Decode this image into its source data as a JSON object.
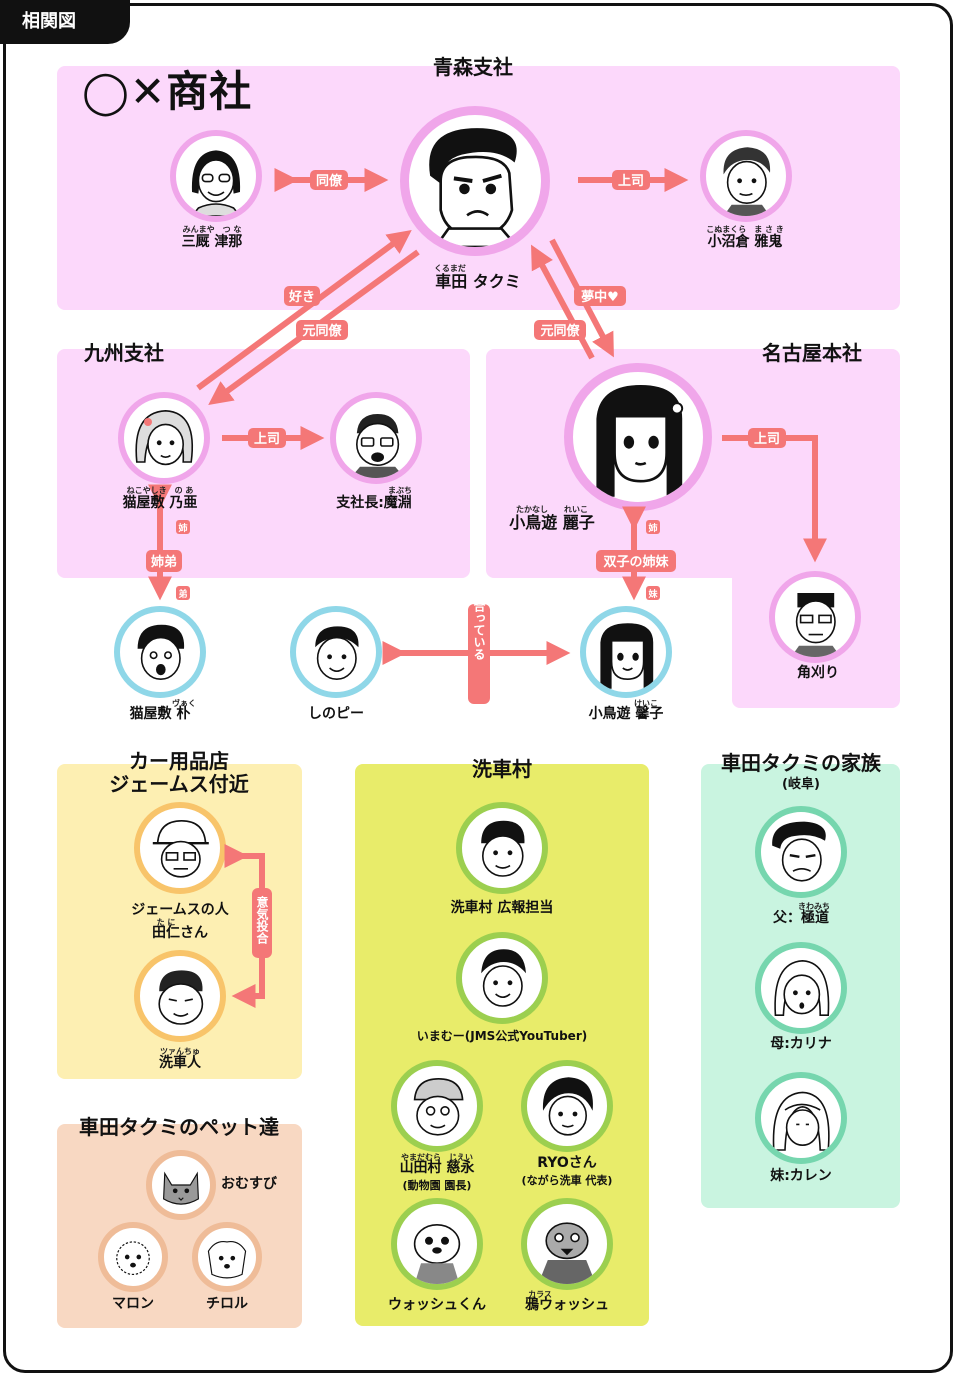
{
  "header": {
    "tab_label": "相関図"
  },
  "company": {
    "name": "◯✕商社"
  },
  "groups": {
    "aomori": "青森支社",
    "kyushu": "九州支社",
    "nagoya": "名古屋本社",
    "car_shop": "カー用品店\nジェームス付近",
    "senshamura": "洗車村",
    "family": "車田タクミの家族",
    "family_sub": "(岐阜)",
    "pets": "車田タクミのペット達"
  },
  "people": {
    "mimmaya": {
      "name": "三厩 津那",
      "ruby": "みんまや　つ な"
    },
    "takumi": {
      "name": "車田 タクミ",
      "ruby": "くるまだ"
    },
    "konuma": {
      "name": "小沼倉 雅鬼",
      "ruby": "こぬまくら　ま さ き"
    },
    "noa": {
      "name": "猫屋敷 乃亜",
      "ruby": "ねこやしき　の あ"
    },
    "mabuchi": {
      "name": "支社長:魔淵",
      "ruby": "まぶち"
    },
    "reiko": {
      "name": "小鳥遊 麗子",
      "ruby": "たかなし　　れいこ"
    },
    "kadokari": {
      "name": "角刈り"
    },
    "vaku": {
      "name": "猫屋敷 朴",
      "ruby": "ヴぁく"
    },
    "shinopi": {
      "name": "しのピー"
    },
    "keiko": {
      "name": "小鳥遊 馨子",
      "ruby": "けいこ"
    },
    "james": {
      "name1": "ジェームスの人",
      "name2": "田仁さん",
      "ruby": "た に"
    },
    "senshajin": {
      "name": "洗車人",
      "ruby": "ツァんちゅ"
    },
    "koho": {
      "name": "洗車村 広報担当"
    },
    "imamu": {
      "name": "いまむー(JMS公式YouTuber)"
    },
    "yamada": {
      "name": "山田村 慈永",
      "ruby": "やまだむら　じえい",
      "sub": "(動物園 園長)"
    },
    "ryo": {
      "name": "RYOさん",
      "sub": "(ながら洗車 代表)"
    },
    "wash": {
      "name": "ウォッシュくん"
    },
    "karasu": {
      "name": "鴉ウォッシュ",
      "ruby": "カラス"
    },
    "father": {
      "name": "父：極道",
      "ruby": "きわみち"
    },
    "mother": {
      "name": "母:カリナ"
    },
    "sister": {
      "name": "妹:カレン"
    },
    "omusubi": {
      "name": "おむすび"
    },
    "maron": {
      "name": "マロン"
    },
    "chiroru": {
      "name": "チロル"
    }
  },
  "relations": {
    "doryo": "同僚",
    "joshi1": "上司",
    "suki": "好き",
    "motodoryo1": "元同僚",
    "muchu": "夢中♥",
    "motodoryo2": "元同僚",
    "joshi2": "上司",
    "joshi3": "上司",
    "kyodai": "姉弟",
    "ane1": "姉",
    "otouto": "弟",
    "futago": "双子の姉妹",
    "ane2": "姉",
    "imouto": "妹",
    "tsukiatte": "付き合っている",
    "ikitogo": "意気投合"
  },
  "colors": {
    "arrow": "#f47777",
    "pink_panel": "#fcd8fb",
    "yellow_panel": "#fdefb2",
    "lime_panel": "#e8ec6a",
    "mint_panel": "#c9f4e0",
    "peach_panel": "#f8d8c2"
  }
}
